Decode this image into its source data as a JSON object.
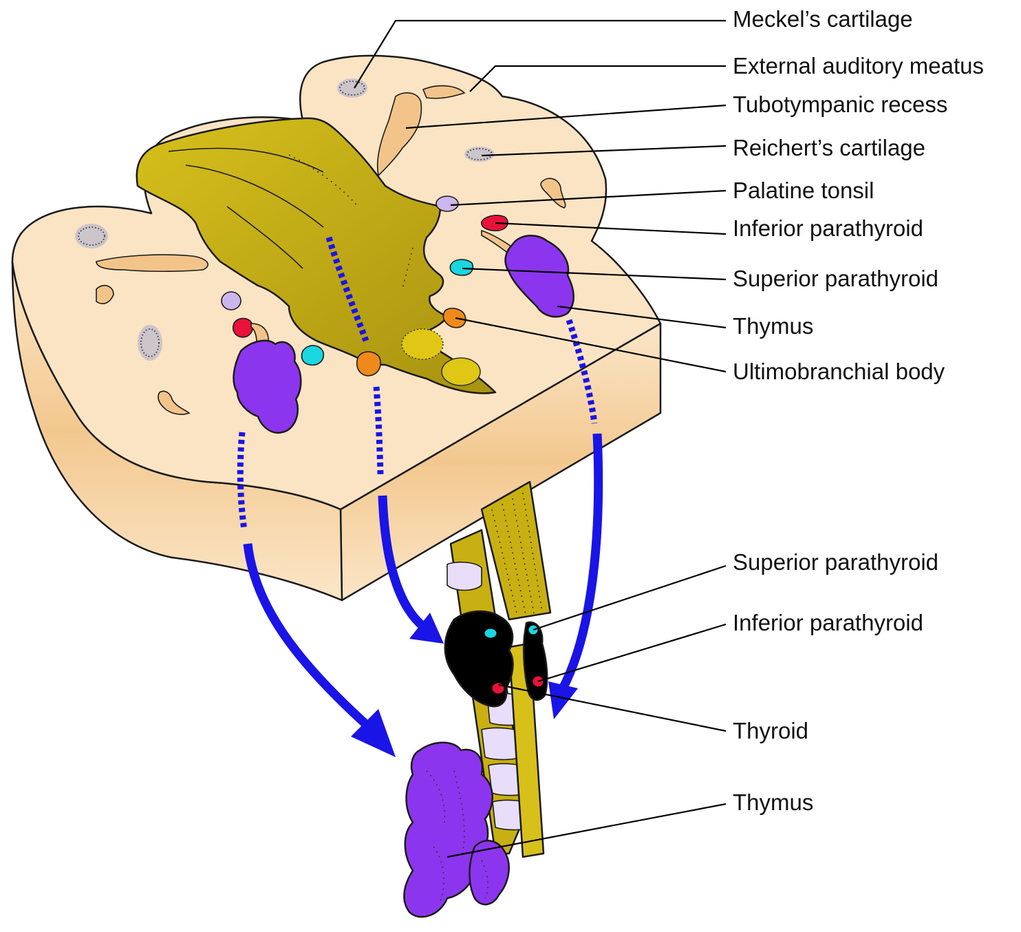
{
  "colors": {
    "tissue": "#fbe4c4",
    "tissue_shade": "#f4c98e",
    "cartilage_groove": "#f2c48a",
    "pharynx": "#c8b012",
    "pharynx_light": "#d9c21e",
    "thymus": "#8c35ee",
    "palatine_tonsil": "#cdb6ee",
    "inferior_parathyroid": "#e8123a",
    "superior_parathyroid": "#1ad6e0",
    "ultimobranchial": "#ef8a1a",
    "thyroid": "#000000",
    "trachea_ring": "#e9defa",
    "arrow": "#1a14e6"
  },
  "labels": {
    "meckels_cartilage": "Meckel’s cartilage",
    "external_auditory_meatus": "External auditory meatus",
    "tubotympanic_recess": "Tubotympanic recess",
    "reicherts_cartilage": "Reichert’s cartilage",
    "palatine_tonsil": "Palatine tonsil",
    "inferior_parathyroid_top": "Inferior parathyroid",
    "superior_parathyroid_top": "Superior parathyroid",
    "thymus_top": "Thymus",
    "ultimobranchial_body": "Ultimobranchial body",
    "superior_parathyroid_bottom": "Superior parathyroid",
    "inferior_parathyroid_bottom": "Inferior parathyroid",
    "thyroid": "Thyroid",
    "thymus_bottom": "Thymus"
  }
}
